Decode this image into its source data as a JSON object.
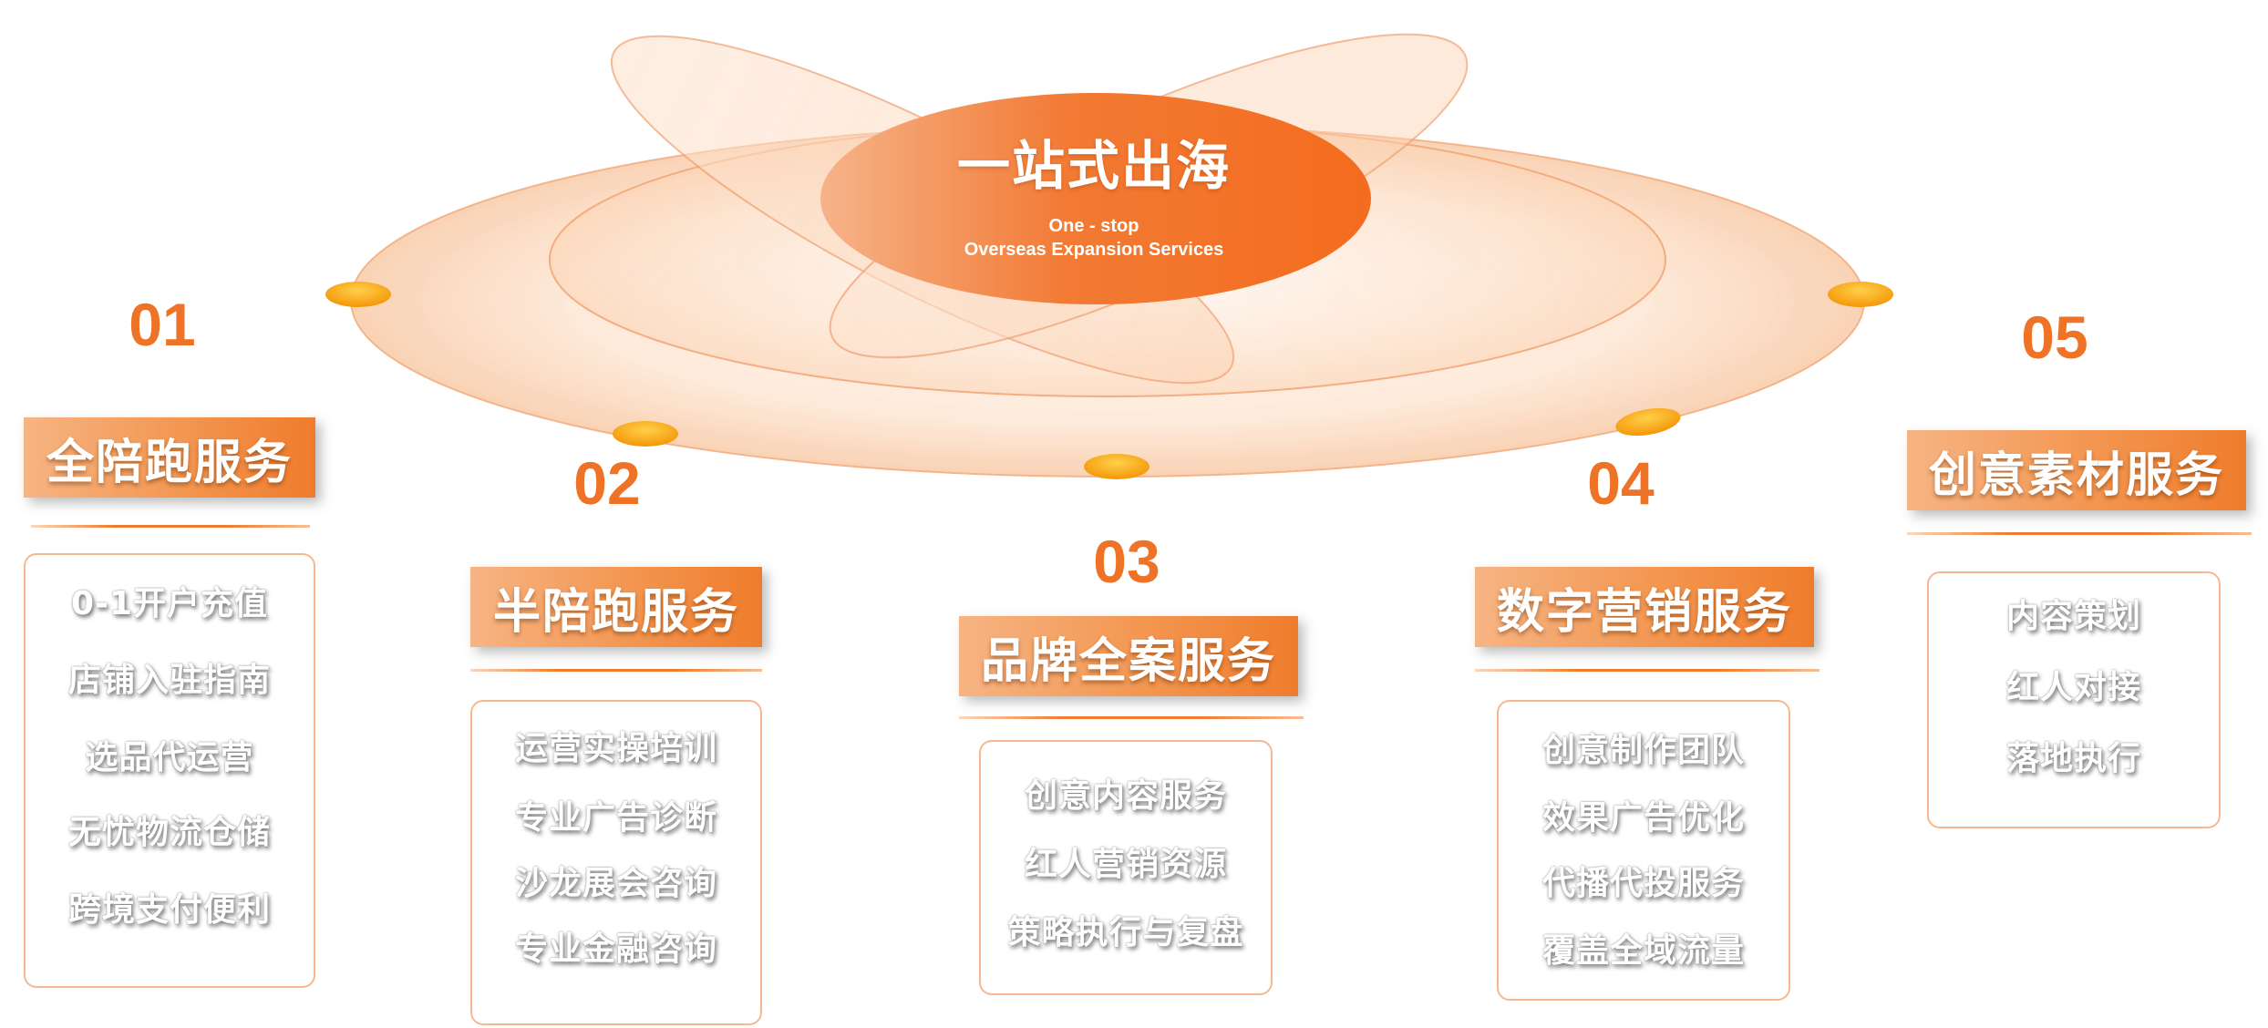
{
  "hub": {
    "title": "一站式出海",
    "subtitle_line1": "One - stop",
    "subtitle_line2": "Overseas Expansion Services"
  },
  "colors": {
    "accent": "#ee7326",
    "title_gradient_light": "#f6b483",
    "title_gradient_dark": "#ef7c2c",
    "dot": "#f7a315",
    "border": "#f6b890"
  },
  "services": [
    {
      "number": "01",
      "title": "全陪跑服务",
      "items": [
        "0-1开户充值",
        "店铺入驻指南",
        "选品代运营",
        "无忧物流仓储",
        "跨境支付便利"
      ]
    },
    {
      "number": "02",
      "title": "半陪跑服务",
      "items": [
        "运营实操培训",
        "专业广告诊断",
        "沙龙展会咨询",
        "专业金融咨询"
      ]
    },
    {
      "number": "03",
      "title": "品牌全案服务",
      "items": [
        "创意内容服务",
        "红人营销资源",
        "策略执行与复盘"
      ]
    },
    {
      "number": "04",
      "title": "数字营销服务",
      "items": [
        "创意制作团队",
        "效果广告优化",
        "代播代投服务",
        "覆盖全域流量"
      ]
    },
    {
      "number": "05",
      "title": "创意素材服务",
      "items": [
        "内容策划",
        "红人对接",
        "落地执行"
      ]
    }
  ]
}
